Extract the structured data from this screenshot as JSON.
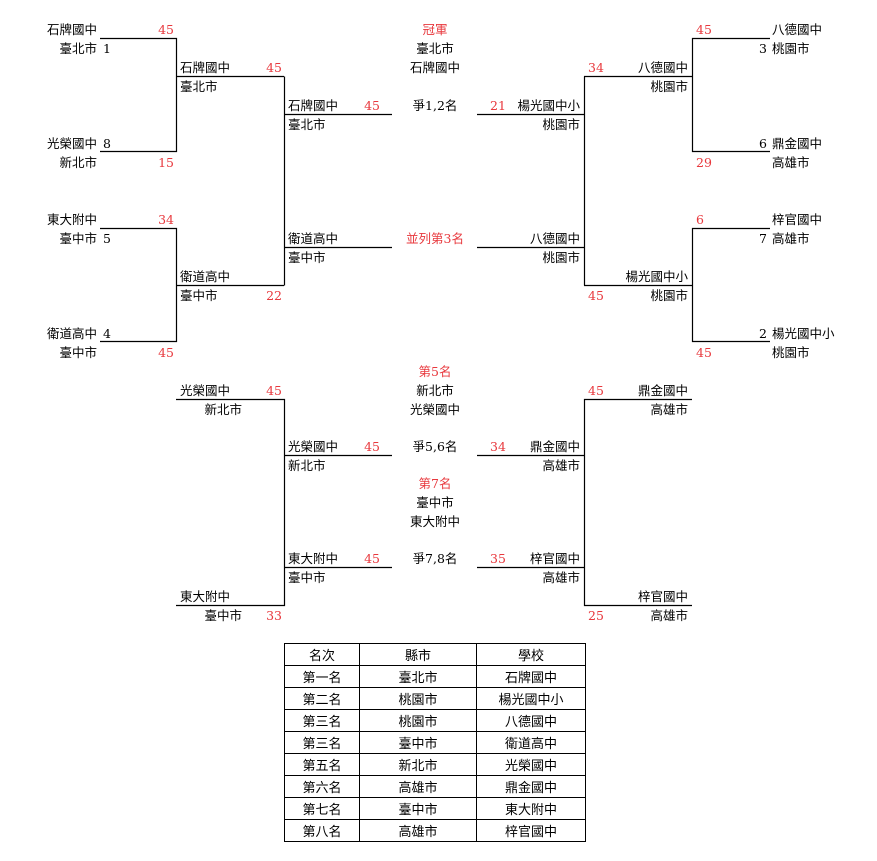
{
  "rounds_left": {
    "r1": [
      {
        "school": "石牌國中",
        "city": "臺北市",
        "seed": "1",
        "score": "45"
      },
      {
        "school": "光榮國中",
        "city": "新北市",
        "seed": "8",
        "score": "15"
      },
      {
        "school": "東大附中",
        "city": "臺中市",
        "seed": "5",
        "score": "34"
      },
      {
        "school": "衛道高中",
        "city": "臺中市",
        "seed": "4",
        "score": "45"
      }
    ],
    "r2": [
      {
        "school": "石牌國中",
        "city": "臺北市",
        "score": "45"
      },
      {
        "school": "衛道高中",
        "city": "臺中市",
        "score": "22"
      }
    ],
    "semi": [
      {
        "school": "石牌國中",
        "city": "臺北市",
        "score": "45"
      },
      {
        "school": "衛道高中",
        "city": "臺中市"
      }
    ]
  },
  "rounds_right": {
    "r1": [
      {
        "school": "八德國中",
        "city": "桃園市",
        "seed": "3",
        "score": "45"
      },
      {
        "school": "鼎金國中",
        "city": "高雄市",
        "seed": "6",
        "score": "29"
      },
      {
        "school": "梓官國中",
        "city": "高雄市",
        "seed": "7",
        "score": "6"
      },
      {
        "school": "楊光國中小",
        "city": "桃園市",
        "seed": "2",
        "score": "45"
      }
    ],
    "r2": [
      {
        "school": "八德國中",
        "city": "桃園市",
        "score": "34"
      },
      {
        "school": "楊光國中小",
        "city": "桃園市",
        "score": "45"
      }
    ],
    "semi": [
      {
        "school": "楊光國中小",
        "city": "桃園市",
        "score": "21"
      },
      {
        "school": "八德國中",
        "city": "桃園市"
      }
    ]
  },
  "center": {
    "champion_title": "冠軍",
    "champion_city": "臺北市",
    "champion_school": "石牌國中",
    "final_label": "爭1,2名",
    "third_label": "並列第3名",
    "fifth_title": "第5名",
    "fifth_city": "新北市",
    "fifth_school": "光榮國中",
    "fifth_label": "爭5,6名",
    "seventh_title": "第7名",
    "seventh_city": "臺中市",
    "seventh_school": "東大附中",
    "seventh_label": "爭7,8名"
  },
  "placement_left": {
    "r1": [
      {
        "school": "光榮國中",
        "city": "新北市",
        "score": "45"
      },
      {
        "school": "東大附中",
        "city": "臺中市",
        "score": "33"
      }
    ],
    "final": [
      {
        "school": "光榮國中",
        "city": "新北市",
        "score": "45"
      },
      {
        "school": "東大附中",
        "city": "臺中市",
        "score": "45"
      }
    ]
  },
  "placement_right": {
    "r1": [
      {
        "school": "鼎金國中",
        "city": "高雄市",
        "score": "45"
      },
      {
        "school": "梓官國中",
        "city": "高雄市",
        "score": "25"
      }
    ],
    "final": [
      {
        "school": "鼎金國中",
        "city": "高雄市",
        "score": "34"
      },
      {
        "school": "梓官國中",
        "city": "高雄市",
        "score": "35"
      }
    ]
  },
  "ranking": {
    "headers": [
      "名次",
      "縣市",
      "學校"
    ],
    "rows": [
      [
        "第一名",
        "臺北市",
        "石牌國中"
      ],
      [
        "第二名",
        "桃園市",
        "楊光國中小"
      ],
      [
        "第三名",
        "桃園市",
        "八德國中"
      ],
      [
        "第三名",
        "臺中市",
        "衛道高中"
      ],
      [
        "第五名",
        "新北市",
        "光榮國中"
      ],
      [
        "第六名",
        "高雄市",
        "鼎金國中"
      ],
      [
        "第七名",
        "臺中市",
        "東大附中"
      ],
      [
        "第八名",
        "高雄市",
        "梓官國中"
      ]
    ]
  },
  "colors": {
    "line": "#000000",
    "score": "#e8383d"
  }
}
